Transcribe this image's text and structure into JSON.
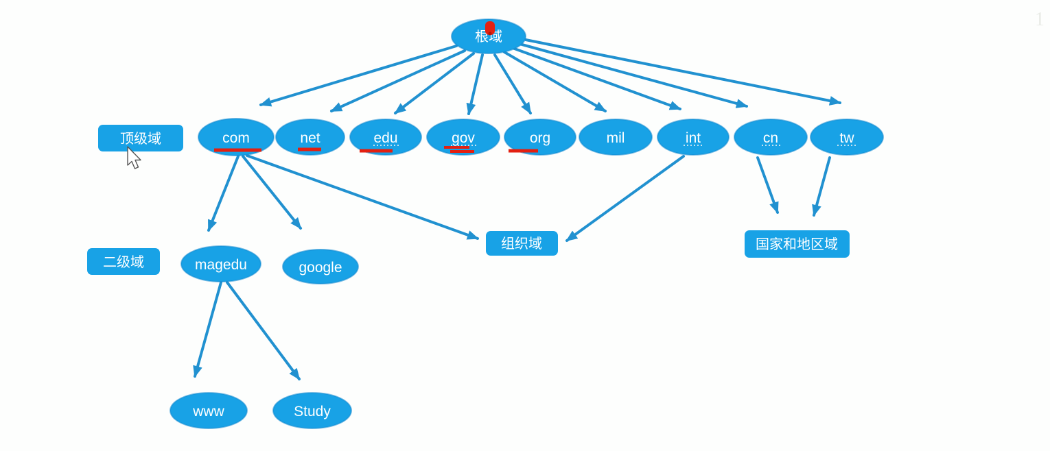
{
  "nodes": {
    "root": "根域",
    "tlds": [
      "com",
      "net",
      "edu",
      "gov",
      "org",
      "mil",
      "int",
      "cn",
      "tw"
    ],
    "second_level": [
      "magedu",
      "google"
    ],
    "hosts": [
      "www",
      "Study"
    ]
  },
  "tags": {
    "top_level": "顶级域",
    "second_level": "二级域",
    "org_domain": "组织域",
    "country_domain": "国家和地区域"
  },
  "annotations": {
    "red_underlined_tlds": [
      "com",
      "net",
      "edu",
      "gov",
      "org"
    ],
    "red_mark_on": "根域"
  },
  "watermark": "1",
  "colors": {
    "node_fill": "#18a2e6",
    "node_stroke": "#1289cf",
    "arrow": "#2191d0",
    "annotation_red": "#e32011",
    "node_text": "#ffffff",
    "background": "#fdfefd"
  }
}
